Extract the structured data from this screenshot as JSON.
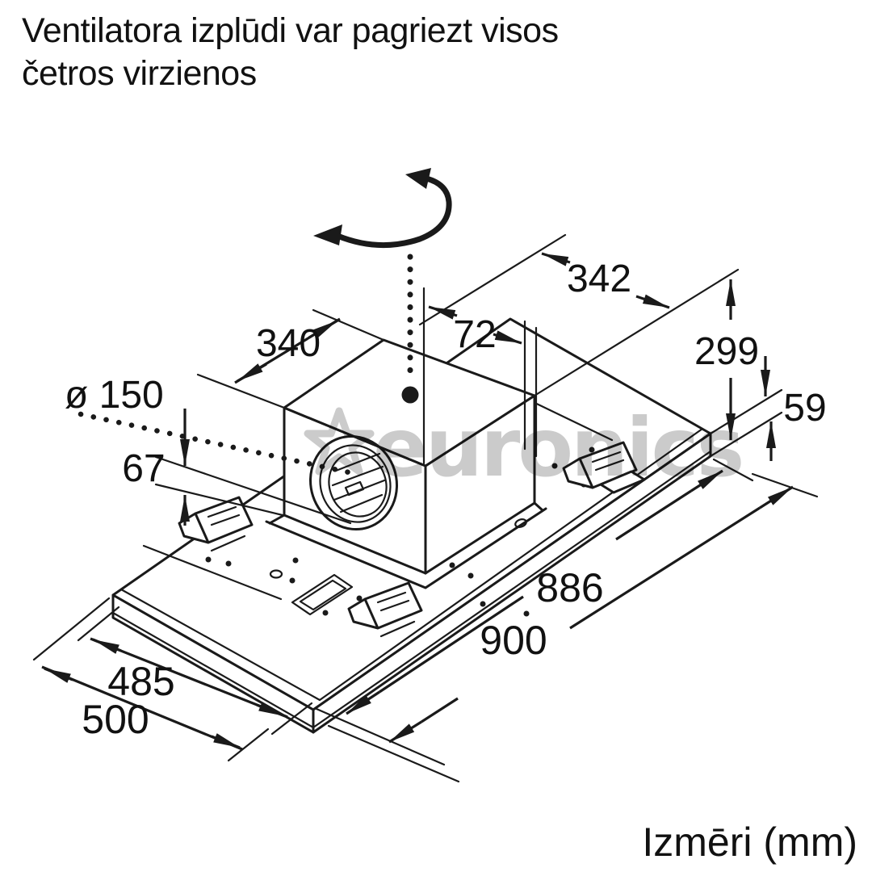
{
  "title": {
    "line1": "Ventilatora izplūdi var pagriezt visos",
    "line2": "četros virzienos"
  },
  "dimensions": {
    "d150": "ø 150",
    "d67": "67",
    "d340": "340",
    "d342": "342",
    "d72": "72",
    "d299": "299",
    "d59": "59",
    "d886": "886",
    "d900": "900",
    "d485": "485",
    "d500": "500"
  },
  "footer": {
    "units_label": "Izmēri (mm)"
  },
  "watermark": {
    "brand": "euronics"
  },
  "colors": {
    "line": "#1a1a1a",
    "background": "#ffffff",
    "watermark": "#c8c8c8"
  }
}
